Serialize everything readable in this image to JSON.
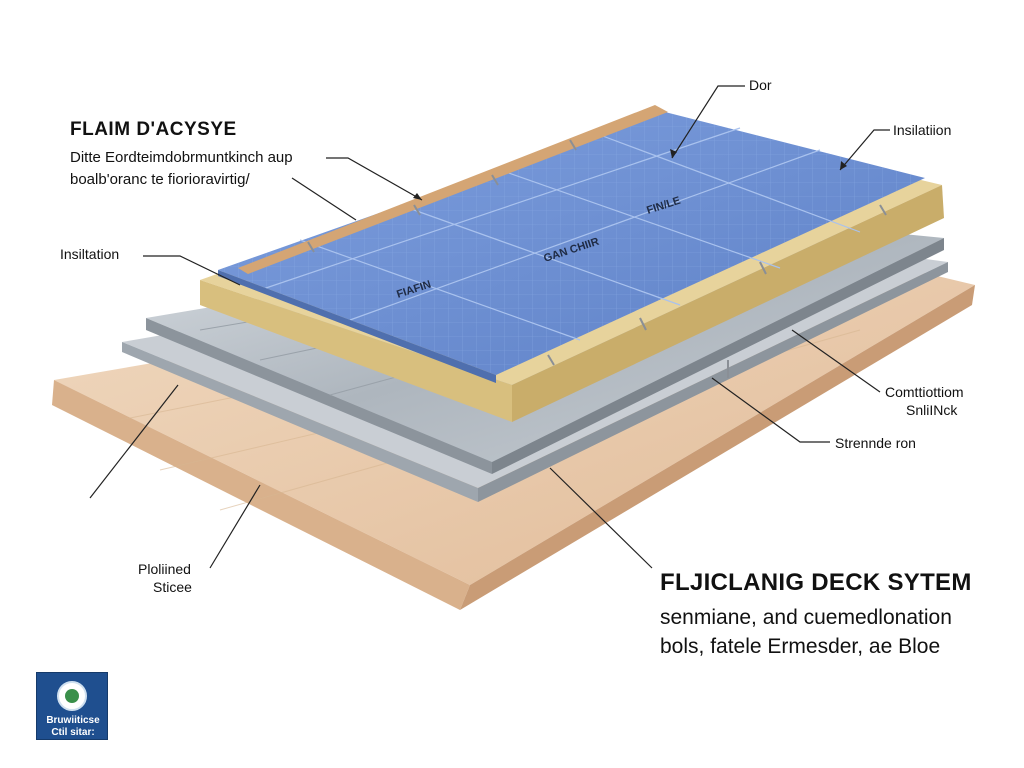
{
  "diagram": {
    "title": "FLAIM D'ACYSYE",
    "subtitle_lines": [
      "Ditte Eordteimdobrmuntkinch aup",
      "boalb'oranc te fiorioravirtig/"
    ],
    "labels": {
      "top": "Dor",
      "insulation_right": "Insilatiion",
      "insulation_left": "Insiltation",
      "bottom_right_1": "Comttiottiom",
      "bottom_right_2": "SnliINck",
      "strand": "Strennde ron",
      "plywood_1": "Ploliined",
      "plywood_2": "Sticee"
    },
    "footer": {
      "title": "FLJICLANIG DECK SYTEM",
      "lines": [
        "senmiane, and cuemedlonation",
        "bols, fatele Ermesder, ae Bloe"
      ]
    },
    "panel_print": [
      "FIAFIN",
      "GAN CHIIR",
      "FIN/LE"
    ],
    "logo": {
      "line1": "Bruwiiticse",
      "line2": "Ctil sitar:"
    }
  },
  "colors": {
    "membrane": "#6f93d4",
    "insulation": "#dcc78e",
    "metal": "#aeb6be",
    "plywood": "#e6c7a6",
    "leader": "#222222",
    "logo_bg": "#1f4f8f"
  }
}
